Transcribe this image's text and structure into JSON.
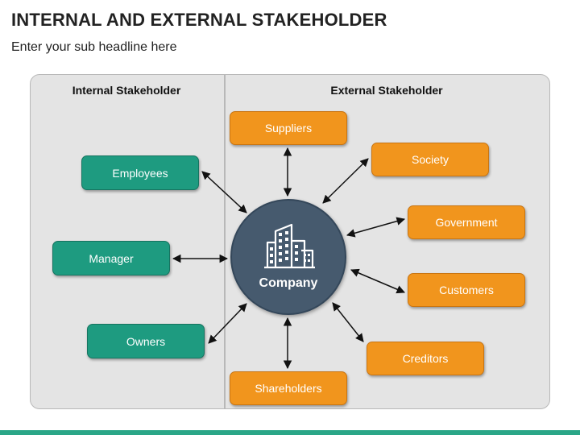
{
  "header": {
    "title": "INTERNAL AND EXTERNAL STAKEHOLDER",
    "subtitle": "Enter your sub headline here"
  },
  "sections": {
    "internal": "Internal Stakeholder",
    "external": "External Stakeholder"
  },
  "center": {
    "label": "Company",
    "icon": "office-building-icon"
  },
  "internal_nodes": [
    "Employees",
    "Manager",
    "Owners"
  ],
  "external_nodes": [
    "Suppliers",
    "Society",
    "Government",
    "Customers",
    "Creditors",
    "Shareholders"
  ],
  "colors": {
    "internal": "#1e9b80",
    "external": "#f1951d",
    "center": "#465a6e",
    "accent_bar": "#2aa687",
    "panel": "#e4e4e4"
  }
}
